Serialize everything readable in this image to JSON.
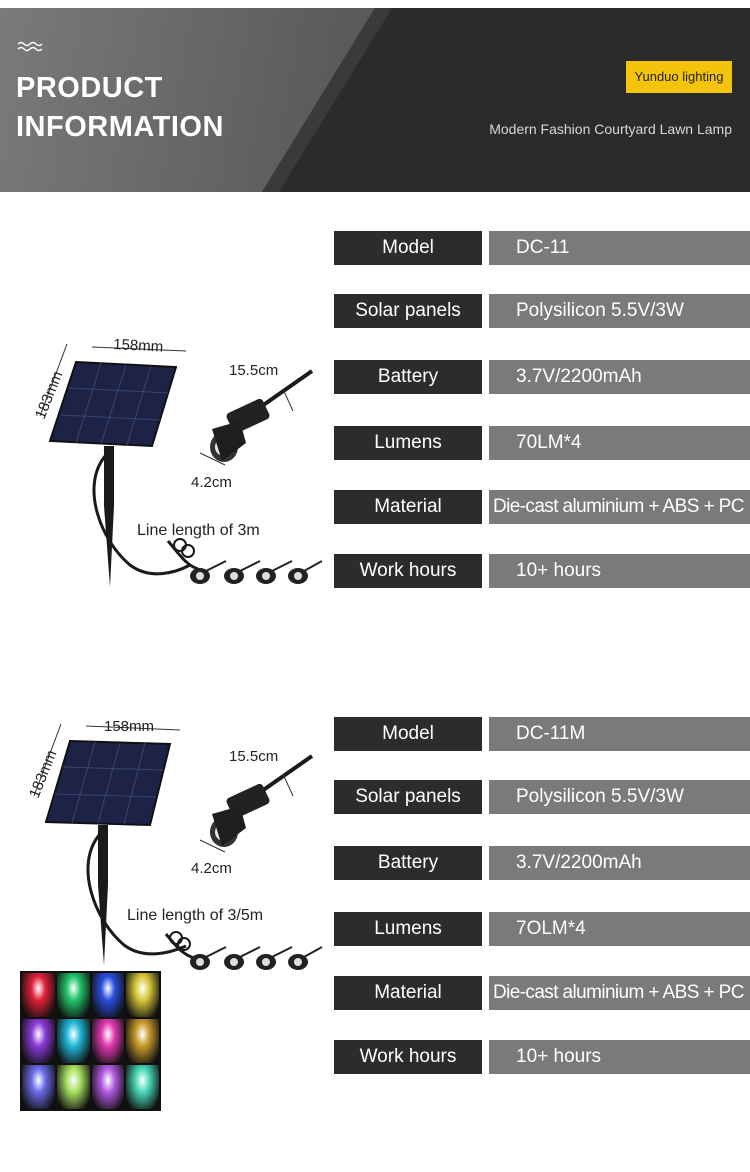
{
  "header": {
    "wave_icon": "wave-icon",
    "title_line1": "PRODUCT",
    "title_line2": "INFORMATION",
    "brand": "Yunduo lighting",
    "subtitle": "Modern Fashion Courtyard Lawn Lamp",
    "colors": {
      "dark": "#2b2b2b",
      "light": "#6a6a6a",
      "badge": "#f3c40a"
    }
  },
  "products": [
    {
      "dimensions": {
        "panel_width": "158mm",
        "panel_height": "183mm",
        "spotlight_length": "15.5cm",
        "spotlight_diameter": "4.2cm",
        "line_length": "Line length of 3m"
      },
      "specs": [
        {
          "label": "Model",
          "value": "DC-11"
        },
        {
          "label": "Solar panels",
          "value": "Polysilicon 5.5V/3W"
        },
        {
          "label": "Battery",
          "value": "3.7V/2200mAh"
        },
        {
          "label": "Lumens",
          "value": "70LM*4"
        },
        {
          "label": "Material",
          "value": "Die-cast aluminium + ABS + PC"
        },
        {
          "label": "Work hours",
          "value": "10+ hours"
        }
      ]
    },
    {
      "dimensions": {
        "panel_width": "158mm",
        "panel_height": "183mm",
        "spotlight_length": "15.5cm",
        "spotlight_diameter": "4.2cm",
        "line_length": "Line length of 3/5m"
      },
      "specs": [
        {
          "label": "Model",
          "value": "DC-11M"
        },
        {
          "label": "Solar panels",
          "value": "Polysilicon 5.5V/3W"
        },
        {
          "label": "Battery",
          "value": "3.7V/2200mAh"
        },
        {
          "label": "Lumens",
          "value": "7OLM*4"
        },
        {
          "label": "Material",
          "value": "Die-cast aluminium + ABS + PC"
        },
        {
          "label": "Work hours",
          "value": "10+ hours"
        }
      ],
      "light_colors": [
        "#e0203a",
        "#22c46a",
        "#2a4ee0",
        "#d8c83a",
        "#8a3ad8",
        "#20b8d8",
        "#e038b0",
        "#c89a2a",
        "#6a6ae8",
        "#a8e060",
        "#b05ae0",
        "#48d8b8"
      ]
    }
  ]
}
